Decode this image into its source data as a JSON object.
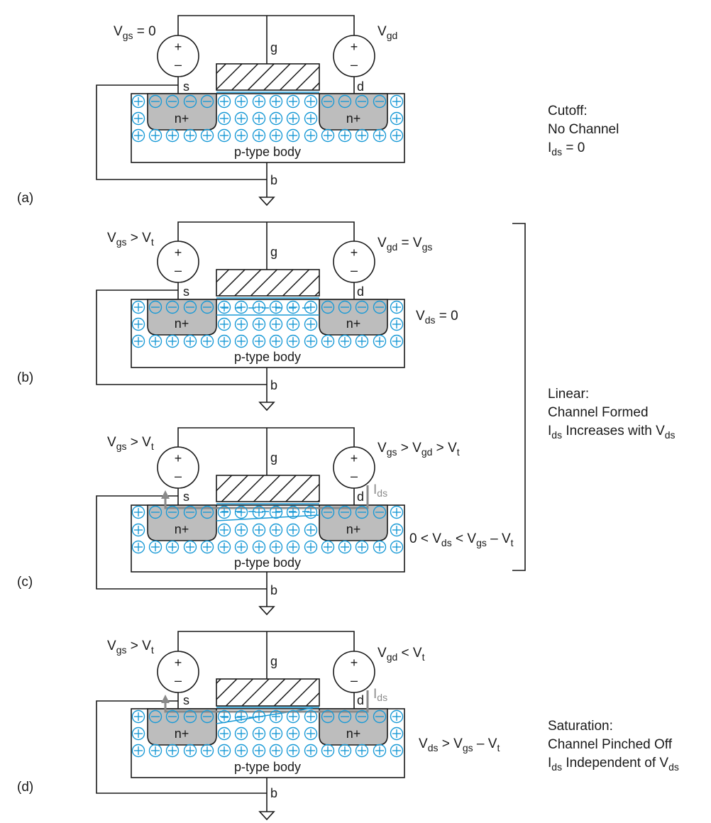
{
  "colors": {
    "ion": "#1a9ad6",
    "well": "#bdbdbd",
    "current": "#8a8a8a",
    "line": "#1a1a1a"
  },
  "common": {
    "plus": "+",
    "minus": "–",
    "gate": "g",
    "source": "s",
    "drain": "d",
    "bulk": "b",
    "n_plus": "n+",
    "body": "p-type body",
    "V": "V",
    "I": "I",
    "sub_gs": "gs",
    "sub_gd": "gd",
    "sub_ds": "ds",
    "sub_t": "t"
  },
  "panels": {
    "a": {
      "tag": "(a)",
      "vgs_rel": " = 0",
      "vgd_rel": ""
    },
    "b": {
      "tag": "(b)",
      "vgs_rel": " > ",
      "vgd_rel": " = ",
      "vds_rel": " = 0"
    },
    "c": {
      "tag": "(c)",
      "vgs_rel": " > ",
      "vgd_pre": " > ",
      "vgd_rel": " > ",
      "vds_pre": "0 < ",
      "vds_rel": " < ",
      "vds_minus": " – "
    },
    "d": {
      "tag": "(d)",
      "vgs_rel": " > ",
      "vgd_rel": " < ",
      "vds_rel": " > ",
      "vds_minus": " – "
    }
  },
  "regions": {
    "cutoff": {
      "title": "Cutoff:",
      "line1": "No Channel",
      "ids_tail": " = 0"
    },
    "linear": {
      "title": "Linear:",
      "line1": "Channel Formed",
      "line2_mid": " Increases with "
    },
    "saturation": {
      "title": "Saturation:",
      "line1": "Channel Pinched Off",
      "line2_mid": " Independent of "
    }
  }
}
